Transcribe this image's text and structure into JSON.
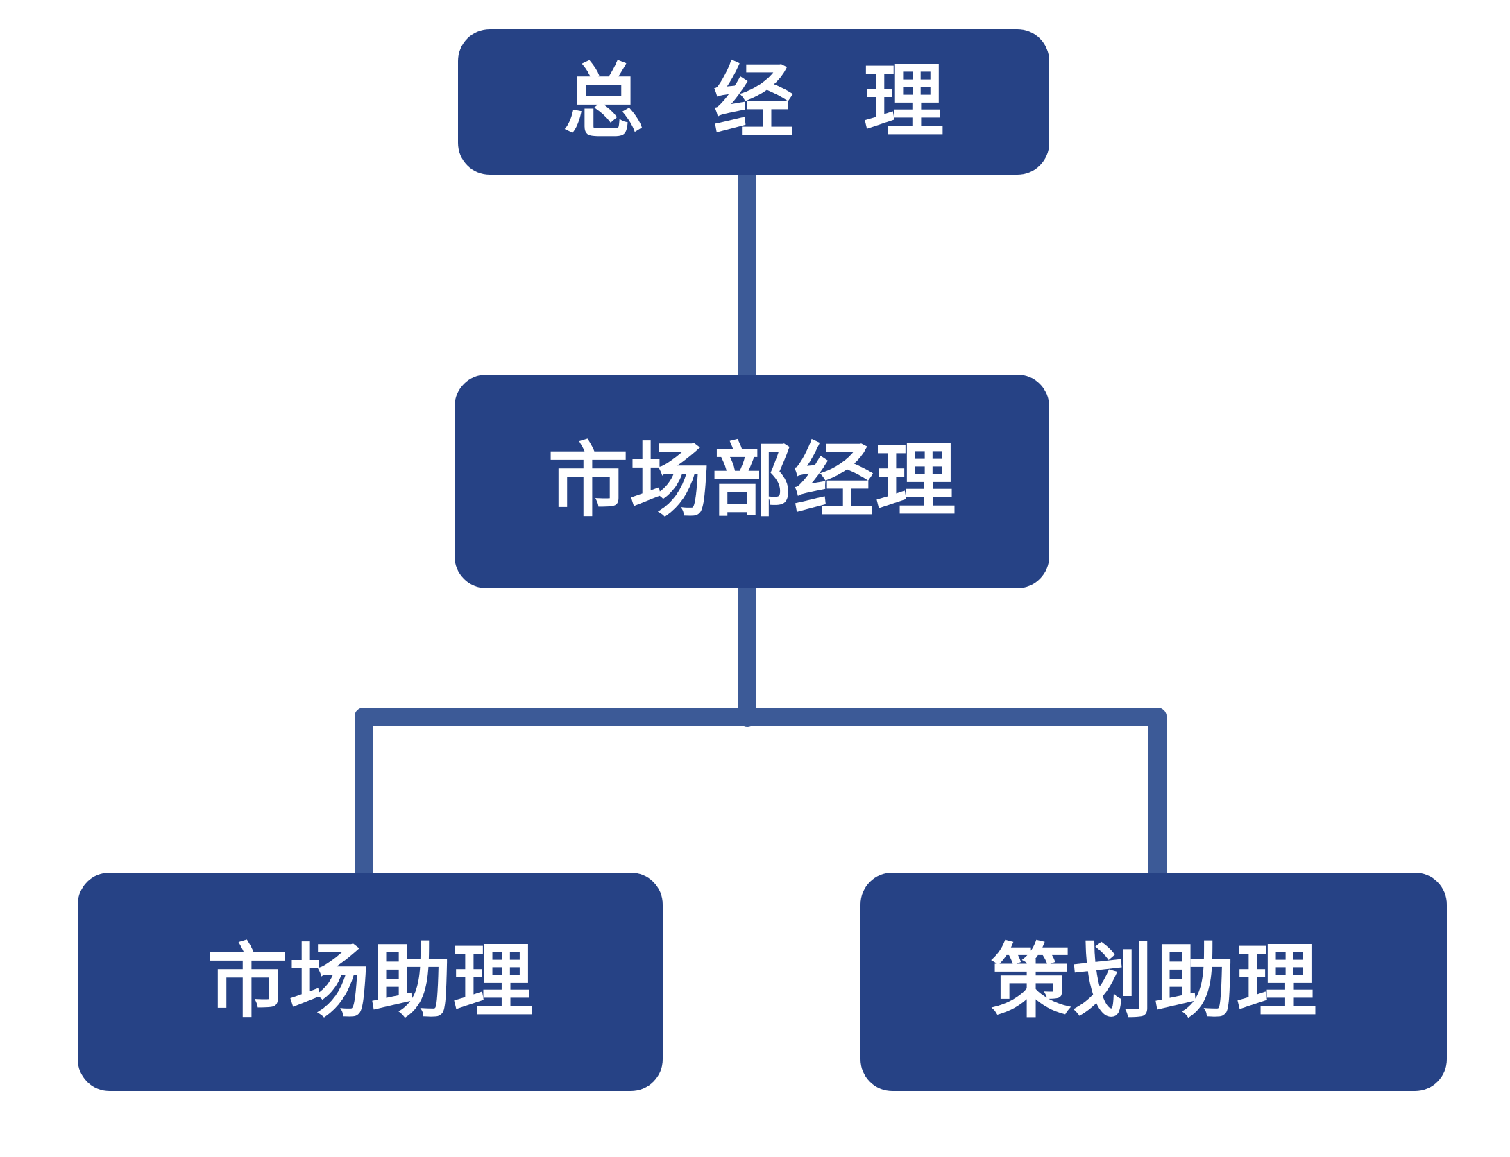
{
  "diagram": {
    "type": "organization-chart",
    "title_text": "",
    "background_color": "#ffffff",
    "box_fill_color": "#264285",
    "box_text_color": "#ffffff",
    "connector_color": "#3c5a97",
    "levels": 3,
    "nodes": [
      {
        "id": "gm",
        "label": "总 经 理",
        "plain_label": "总经理",
        "level": 1
      },
      {
        "id": "mkt-mgr",
        "label": "市场部经理",
        "plain_label": "市场部经理",
        "level": 2
      },
      {
        "id": "mkt-asst",
        "label": "市场助理",
        "plain_label": "市场助理",
        "level": 3
      },
      {
        "id": "plan-asst",
        "label": "策划助理",
        "plain_label": "策划助理",
        "level": 3
      }
    ],
    "edges": [
      {
        "from": "gm",
        "to": "mkt-mgr"
      },
      {
        "from": "mkt-mgr",
        "to": "mkt-asst"
      },
      {
        "from": "mkt-mgr",
        "to": "plan-asst"
      }
    ]
  }
}
